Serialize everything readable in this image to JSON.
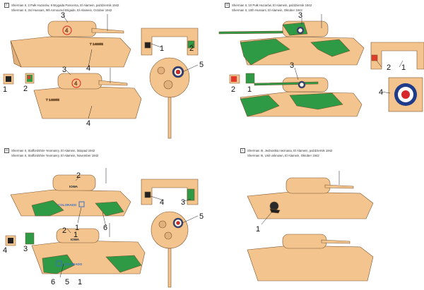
{
  "panels": [
    {
      "id": "A",
      "tag": "F",
      "lines": [
        "Sherman II, 3 Pułk Huzarów, 9 Brygada Pancerna, El Alamein, październik 1942",
        "Sherman II, 3rd Hussars, 9th Armoured Brigade, El-Alamein, October 1942"
      ],
      "callouts": [
        "3",
        "4",
        "1",
        "2",
        "5",
        "3",
        "4",
        "1",
        "2"
      ],
      "marking": "4"
    },
    {
      "id": "B",
      "tag": "G",
      "lines": [
        "Sherman II, 10 Pułk Huzarów, El Alamein, październik 1942",
        "Sherman II, 10th Hussars, El Alamein, Oktober 1942"
      ],
      "callouts": [
        "3",
        "2",
        "1",
        "3",
        "2",
        "1",
        "4"
      ]
    },
    {
      "id": "C",
      "tag": "H",
      "lines": [
        "Sherman II, Staffordshire Yeomanry, El Alamein, listopad 1942",
        "Sherman II, Staffordshire Yeomanry, El Alamein, November 1942"
      ],
      "callouts": [
        "2",
        "3",
        "1",
        "6",
        "4",
        "3",
        "5",
        "2",
        "1",
        "4",
        "3",
        "6",
        "5",
        "1"
      ],
      "name1": "IOWA",
      "name2": "COLORADO",
      "name3": "IOWA",
      "name4": "COLORADO"
    },
    {
      "id": "D",
      "tag": "I",
      "lines": [
        "Sherman III, Jednostka nieznana, El Alamein, październik 1942",
        "Sherman III, Unit unknown, El Alamein, Oktober 1942"
      ],
      "callouts": [
        "1"
      ]
    }
  ],
  "colors": {
    "sand": "#f3c48d",
    "sand_dark": "#d9a46c",
    "green": "#2e9a45",
    "outline": "#6b4a2b",
    "roundel_blue": "#1f3c8a",
    "roundel_red": "#d6262b",
    "marking_red": "#e23a2a"
  }
}
